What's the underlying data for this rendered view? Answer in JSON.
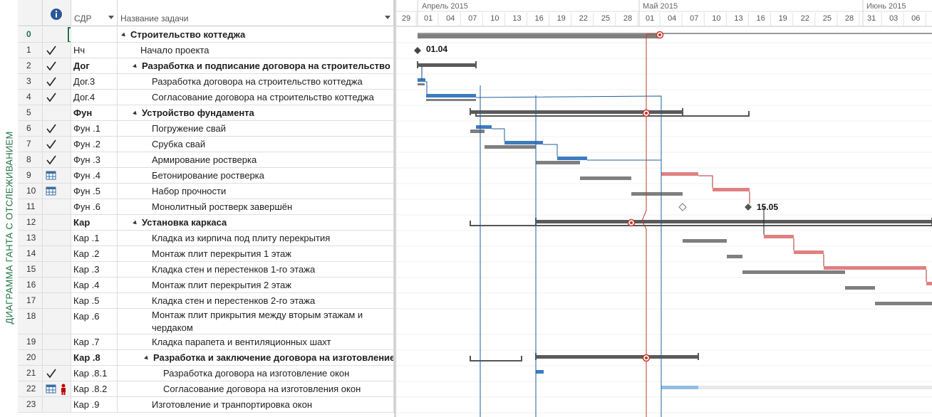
{
  "sidebar": {
    "label": "ДИАГРАММА ГАНТА С ОТСЛЕЖИВАНИЕМ"
  },
  "columns": {
    "indicators_icon": "info-icon",
    "wbs": "СДР",
    "name": "Название задачи"
  },
  "timescale": {
    "months": [
      "Апрель 2015",
      "Май 2015",
      "Июнь 2015"
    ],
    "days": [
      "29",
      "01",
      "04",
      "07",
      "10",
      "13",
      "16",
      "19",
      "22",
      "25",
      "28",
      "01",
      "04",
      "07",
      "10",
      "13",
      "16",
      "19",
      "22",
      "25",
      "28",
      "31",
      "03",
      "06"
    ]
  },
  "tasks": [
    {
      "id": "0",
      "wbs": "",
      "name": "Строительство коттеджа",
      "summary": true,
      "level": 0,
      "indicator": ""
    },
    {
      "id": "1",
      "wbs": "Нч",
      "name": "Начало проекта",
      "summary": false,
      "level": 1,
      "indicator": "check"
    },
    {
      "id": "2",
      "wbs": "Дог",
      "name": "Разработка и подписание договора на строительство ко",
      "summary": true,
      "level": 1,
      "indicator": "check"
    },
    {
      "id": "3",
      "wbs": "Дог.3",
      "name": "Разработка договора на строительство коттеджа",
      "summary": false,
      "level": 2,
      "indicator": "check"
    },
    {
      "id": "4",
      "wbs": "Дог.4",
      "name": "Согласование договора на строительство коттеджа",
      "summary": false,
      "level": 2,
      "indicator": "check"
    },
    {
      "id": "5",
      "wbs": "Фун",
      "name": "Устройство фундамента",
      "summary": true,
      "level": 1,
      "indicator": ""
    },
    {
      "id": "6",
      "wbs": "Фун .1",
      "name": "Погружение свай",
      "summary": false,
      "level": 2,
      "indicator": "check"
    },
    {
      "id": "7",
      "wbs": "Фун .2",
      "name": "Срубка свай",
      "summary": false,
      "level": 2,
      "indicator": "check"
    },
    {
      "id": "8",
      "wbs": "Фун .3",
      "name": "Армирование ростверка",
      "summary": false,
      "level": 2,
      "indicator": "check"
    },
    {
      "id": "9",
      "wbs": "Фун .4",
      "name": "Бетонирование ростверка",
      "summary": false,
      "level": 2,
      "indicator": "calendar"
    },
    {
      "id": "10",
      "wbs": "Фун .5",
      "name": "Набор прочности",
      "summary": false,
      "level": 2,
      "indicator": "calendar"
    },
    {
      "id": "11",
      "wbs": "Фун .6",
      "name": "Монолитный ростверк завершён",
      "summary": false,
      "level": 2,
      "indicator": ""
    },
    {
      "id": "12",
      "wbs": "Кар",
      "name": "Установка каркаса",
      "summary": true,
      "level": 1,
      "indicator": ""
    },
    {
      "id": "13",
      "wbs": "Кар .1",
      "name": "Кладка из кирпича под плиту перекрытия",
      "summary": false,
      "level": 2,
      "indicator": ""
    },
    {
      "id": "14",
      "wbs": "Кар .2",
      "name": "Монтаж плит перекрытия 1 этаж",
      "summary": false,
      "level": 2,
      "indicator": ""
    },
    {
      "id": "15",
      "wbs": "Кар .3",
      "name": "Кладка стен и перестенков 1-го этажа",
      "summary": false,
      "level": 2,
      "indicator": ""
    },
    {
      "id": "16",
      "wbs": "Кар .4",
      "name": "Монтаж плит перекрытия 2 этаж",
      "summary": false,
      "level": 2,
      "indicator": ""
    },
    {
      "id": "17",
      "wbs": "Кар .5",
      "name": "Кладка стен и перестенков 2-го этажа",
      "summary": false,
      "level": 2,
      "indicator": ""
    },
    {
      "id": "18",
      "wbs": "Кар .6",
      "name": "Монтаж плит прикрытия между вторым этажам и чердаком",
      "summary": false,
      "level": 2,
      "indicator": "",
      "tall": true
    },
    {
      "id": "19",
      "wbs": "Кар .7",
      "name": "Кладка парапета и вентиляционных шахт",
      "summary": false,
      "level": 2,
      "indicator": ""
    },
    {
      "id": "20",
      "wbs": "Кар .8",
      "name": "Разработка и заключение договора на изготовление",
      "summary": true,
      "level": 2,
      "indicator": ""
    },
    {
      "id": "21",
      "wbs": "Кар .8.1",
      "name": "Разработка договора на изготовление окон",
      "summary": false,
      "level": 3,
      "indicator": "check"
    },
    {
      "id": "22",
      "wbs": "Кар .8.2",
      "name": "Согласование договора на изготовления окон",
      "summary": false,
      "level": 3,
      "indicator": "calendar-person"
    },
    {
      "id": "23",
      "wbs": "Кар .9",
      "name": "Изготовление и транпортировка окон",
      "summary": false,
      "level": 2,
      "indicator": ""
    }
  ],
  "milestones": [
    {
      "task": "1",
      "label": "01.04"
    },
    {
      "task": "11",
      "label": "15.05"
    }
  ],
  "colors": {
    "actual": "#3d7bbf",
    "critical": "#e08080",
    "baseline": "#7f7f7f",
    "status_line": "#c0392b",
    "progress_line": "#1f5fa0",
    "summary": "#5a5a5a",
    "sidebar_text": "#217346"
  }
}
